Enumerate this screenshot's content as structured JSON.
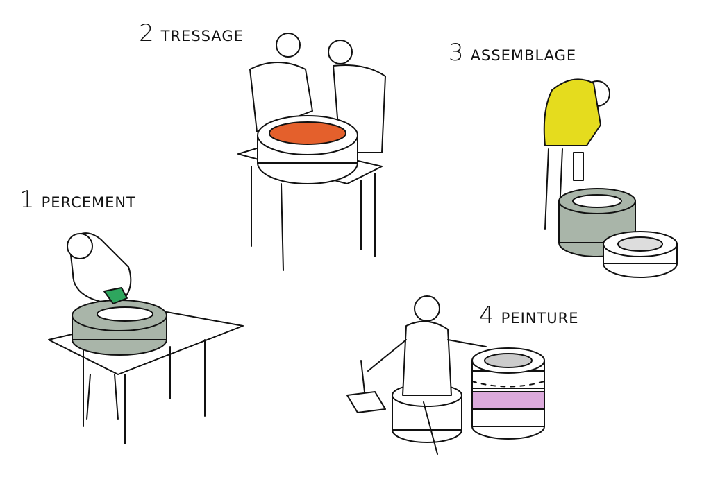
{
  "steps": [
    {
      "number": "1",
      "label": "PERCEMENT"
    },
    {
      "number": "2",
      "label": "TRESSAGE"
    },
    {
      "number": "3",
      "label": "ASSEMBLAGE"
    },
    {
      "number": "4",
      "label": "PEINTURE"
    }
  ],
  "colors": {
    "tire_green": "#a9b5a9",
    "weave_orange": "#e4602c",
    "jacket_yellow": "#e5dc1e",
    "drill_green": "#2ea65e",
    "paint_pink": "#dcaadc",
    "stripe_orange": "#f0a050"
  }
}
